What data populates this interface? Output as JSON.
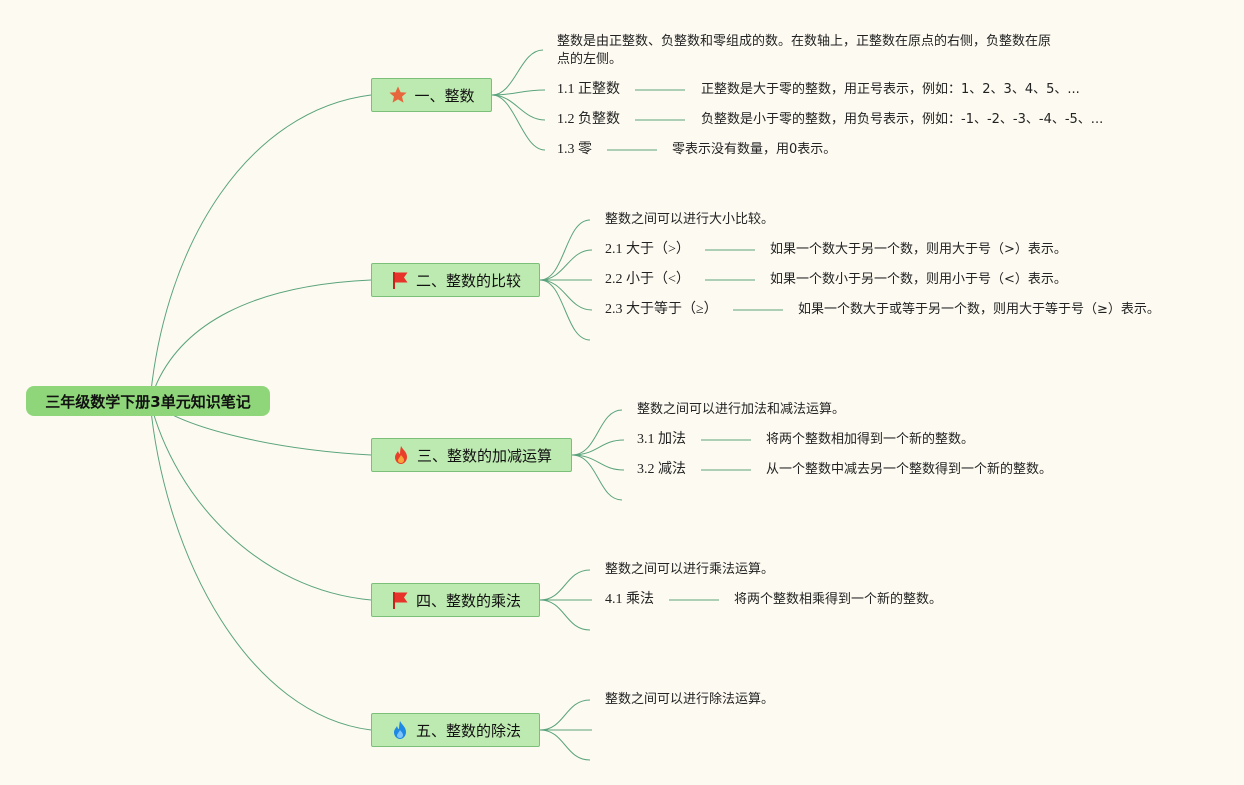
{
  "root": {
    "title": "三年级数学下册3单元知识笔记"
  },
  "topics": [
    {
      "title": "一、整数",
      "icon": "star-icon",
      "intro": "整数是由正整数、负整数和零组成的数。在数轴上，正整数在原点的右侧，负整数在原点的左侧。",
      "items": [
        {
          "label": "1.1 正整数",
          "desc": "正整数是大于零的整数，用正号表示，例如：1、2、3、4、5、..."
        },
        {
          "label": "1.2 负整数",
          "desc": "负整数是小于零的整数，用负号表示，例如：-1、-2、-3、-4、-5、..."
        },
        {
          "label": "1.3 零",
          "desc": "零表示没有数量，用0表示。"
        }
      ]
    },
    {
      "title": "二、整数的比较",
      "icon": "flag-icon",
      "intro": "整数之间可以进行大小比较。",
      "items": [
        {
          "label": "2.1 大于（>）",
          "desc": "如果一个数大于另一个数，则用大于号（>）表示。"
        },
        {
          "label": "2.2 小于（<）",
          "desc": "如果一个数小于另一个数，则用小于号（<）表示。"
        },
        {
          "label": "2.3 大于等于（≥）",
          "desc": "如果一个数大于或等于另一个数，则用大于等于号（≥）表示。"
        }
      ]
    },
    {
      "title": "三、整数的加减运算",
      "icon": "fire-icon",
      "intro": "整数之间可以进行加法和减法运算。",
      "items": [
        {
          "label": "3.1 加法",
          "desc": "将两个整数相加得到一个新的整数。"
        },
        {
          "label": "3.2 减法",
          "desc": "从一个整数中减去另一个整数得到一个新的整数。"
        }
      ]
    },
    {
      "title": "四、整数的乘法",
      "icon": "flag-icon",
      "intro": "整数之间可以进行乘法运算。",
      "items": [
        {
          "label": "4.1 乘法",
          "desc": "将两个整数相乘得到一个新的整数。"
        }
      ]
    },
    {
      "title": "五、整数的除法",
      "icon": "blue-fire-icon",
      "intro": "整数之间可以进行除法运算。",
      "items": []
    }
  ],
  "colors": {
    "line": "#5aa37c",
    "root": "#8fd67a",
    "topic": "#bdeab0",
    "background": "#fdfbf1"
  }
}
